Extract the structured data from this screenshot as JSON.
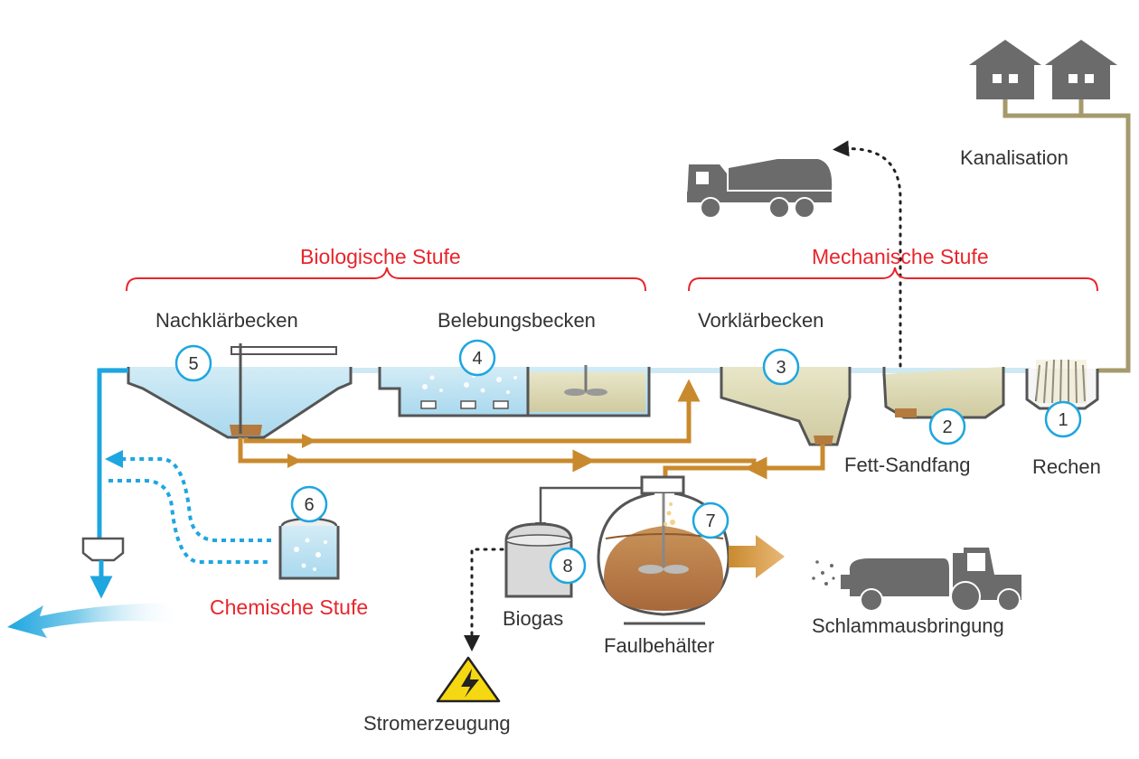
{
  "stages": {
    "biological": "Biologische Stufe",
    "mechanical": "Mechanische Stufe",
    "chemical": "Chemische Stufe"
  },
  "labels": {
    "sewer": "Kanalisation",
    "secondary_clarifier": "Nachklärbecken",
    "aeration_tank": "Belebungsbecken",
    "primary_clarifier": "Vorklärbecken",
    "grease_grit_trap": "Fett-Sandfang",
    "screen": "Rechen",
    "digester": "Faulbehälter",
    "biogas": "Biogas",
    "power": "Stromerzeugung",
    "sludge_spreading": "Schlammausbringung"
  },
  "numbers": {
    "n1": "1",
    "n2": "2",
    "n3": "3",
    "n4": "4",
    "n5": "5",
    "n6": "6",
    "n7": "7",
    "n8": "8"
  },
  "icons": [
    "house-icon",
    "truck-icon",
    "tractor-icon",
    "warning-lightning-icon"
  ],
  "colors": {
    "stage_red": "#e8252b",
    "clean_water_blue": "#1ea6e0",
    "sludge_orange": "#c98a2e",
    "sewer_olive": "#a59a6c",
    "wall_gray": "#555555",
    "icon_gray": "#6b6b6b"
  }
}
